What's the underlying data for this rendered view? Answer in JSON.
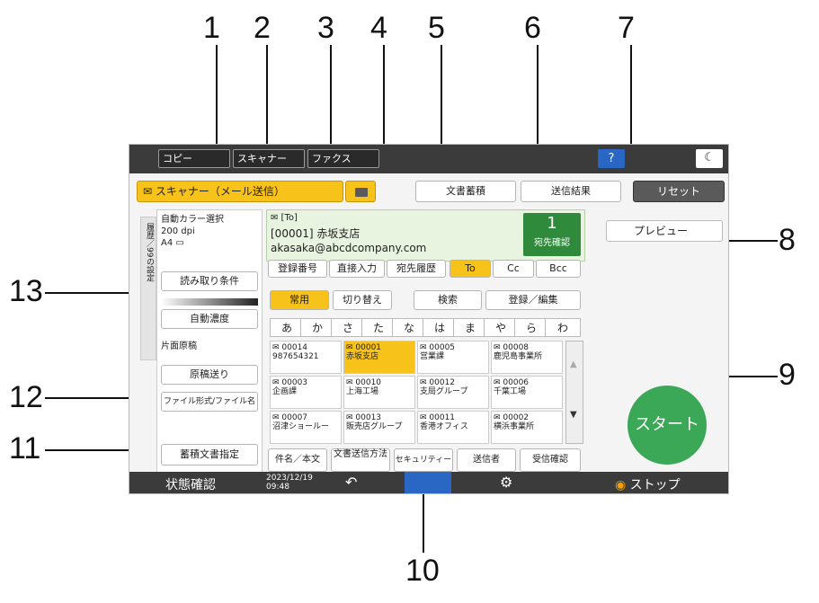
{
  "callouts": [
    "1",
    "2",
    "3",
    "4",
    "5",
    "6",
    "7",
    "8",
    "9",
    "10",
    "11",
    "12",
    "13"
  ],
  "tabs": [
    "コピー",
    "スキャナー",
    "ファクス"
  ],
  "mode_label": "✉ スキャナー（メール送信）",
  "help": "?",
  "moon": "☾",
  "doc_store": "文書蓄積",
  "send_result": "送信結果",
  "reset": "リセット",
  "settings": {
    "line1": "自動カラー選択",
    "line2": "200 dpi",
    "line3": "A4 ▭"
  },
  "history_tab": "履歴／99の設定",
  "dest": {
    "label": "✉ [To]",
    "name": "[00001] 赤坂支店",
    "email": "akasaka@abcdcompany.com"
  },
  "confirm": {
    "count": "1",
    "label": "宛先確認"
  },
  "preview": "プレビュー",
  "read_cond": "読み取り条件",
  "density": "自動濃度",
  "dest_buttons": [
    "登録番号",
    "直接入力",
    "宛先履歴",
    "To",
    "Cc",
    "Bcc"
  ],
  "search_buttons": [
    "常用",
    "切り替え",
    "検索",
    "登録／編集"
  ],
  "kana": [
    "あ",
    "か",
    "さ",
    "た",
    "な",
    "は",
    "ま",
    "や",
    "ら",
    "わ"
  ],
  "cells": [
    {
      "no": "✉ 00014",
      "name": "987654321"
    },
    {
      "no": "✉ 00001",
      "name": "赤坂支店"
    },
    {
      "no": "✉ 00005",
      "name": "営業課"
    },
    {
      "no": "✉ 00008",
      "name": "鹿児島事業所"
    },
    {
      "no": "✉ 00003",
      "name": "企画課"
    },
    {
      "no": "✉ 00010",
      "name": "上海工場"
    },
    {
      "no": "✉ 00012",
      "name": "支局グループ"
    },
    {
      "no": "✉ 00006",
      "name": "千葉工場"
    },
    {
      "no": "✉ 00007",
      "name": "沼津ショールー"
    },
    {
      "no": "✉ 00013",
      "name": "販売店グループ"
    },
    {
      "no": "✉ 00011",
      "name": "香港オフィス"
    },
    {
      "no": "✉ 00002",
      "name": "横浜事業所"
    }
  ],
  "original": {
    "label": "片面原稿",
    "feed": "原稿送り"
  },
  "file_format": "ファイル形式/ファイル名",
  "stored_doc": "蓄積文書指定",
  "bottom_tabs": [
    "件名／本文",
    "文書送信方法",
    "セキュリティー",
    "送信者",
    "受信確認"
  ],
  "status": "状態確認",
  "datetime": "2023/12/19 09:48",
  "stop": "ストップ",
  "start": "スタート"
}
